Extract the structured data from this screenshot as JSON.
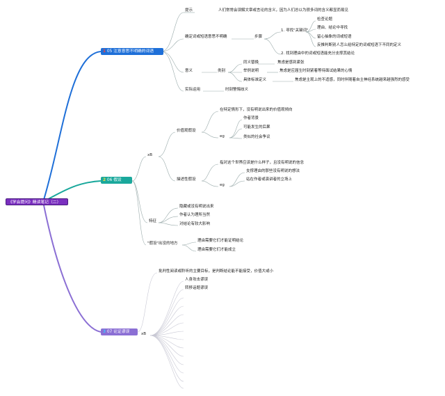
{
  "root": {
    "label": "《学会提问》精读笔记（二）"
  },
  "branches": [
    {
      "num": "1",
      "label": "05 注意意思不明确的词语",
      "color": "#1e6fd8",
      "items": {
        "tishi": "提示",
        "tishi_text": "人们常常会误解文章或言论的含义，因为人们总以为很多词的含义都显而易见",
        "queding": "确定词或短语意思不明确",
        "buzhou": "步骤",
        "step1": "1. 寻找\"关键词\"",
        "step1a": "检查论题",
        "step1b": "理由、结论中寻找",
        "step1c": "留心抽象的词或短语",
        "step1d": "反推判断别人怎么给特定的词或短语下不同的定义",
        "step2": "2. 找到理由中的词或短语能充分支撑其结论",
        "yiyi": "意义",
        "leibie": "类别",
        "tongyi": "同义替换",
        "tongyi_t": "焦虑是感到紧张",
        "juli": "举例说明",
        "juli_t": "焦虑是应届生时刻紧着等待面试结果的心情",
        "juti": "具体标准定义",
        "juti_t": "焦虑是主观上的不适感，同时伴随着自主神经系统越来越强烈的感受",
        "shiji": "实际运用",
        "shiji_t": "时刻警惕歧义"
      }
    },
    {
      "num": "2",
      "label": "06 假设",
      "color": "#1aa89c",
      "items": {
        "xb": "xB",
        "jiazhi": "价值观假设",
        "jiazhi_t": "在特定情形下，没有明说出来的价值观倾向",
        "eg1": "eg",
        "zuozhe": "作者背景",
        "houguo": "可能发生的后果",
        "leisi": "类似的社会争议",
        "miaoshu": "描述性假设",
        "miaoshu_t": "指对这个世界应该是什么样子，且没有明说的信念",
        "eg2": "eg",
        "zhichi": "支撑理由的那些没有明说的想法",
        "zhanzai": "站在作者或演讲者的立场上",
        "tezheng": "特征",
        "tz1": "隐藏或没有明说出来",
        "tz2": "作者认为理所当然",
        "tz3": "对结论有较大影响",
        "chuxian": "\"假设\"出没的地方",
        "cx1": "理由需要它们才能证明结论",
        "cx2": "理由需要它们才能成立"
      }
    },
    {
      "num": "3",
      "label": "07 论证谬误",
      "color": "#8b6fd4",
      "items": {
        "intro": "批判性阅读或聆听的主要目标，是判断结论能不能接受，价值大或小",
        "renshen": "人身攻击谬误",
        "zhuanyi": "转移话题谬误",
        "xb": "xB"
      }
    }
  ]
}
